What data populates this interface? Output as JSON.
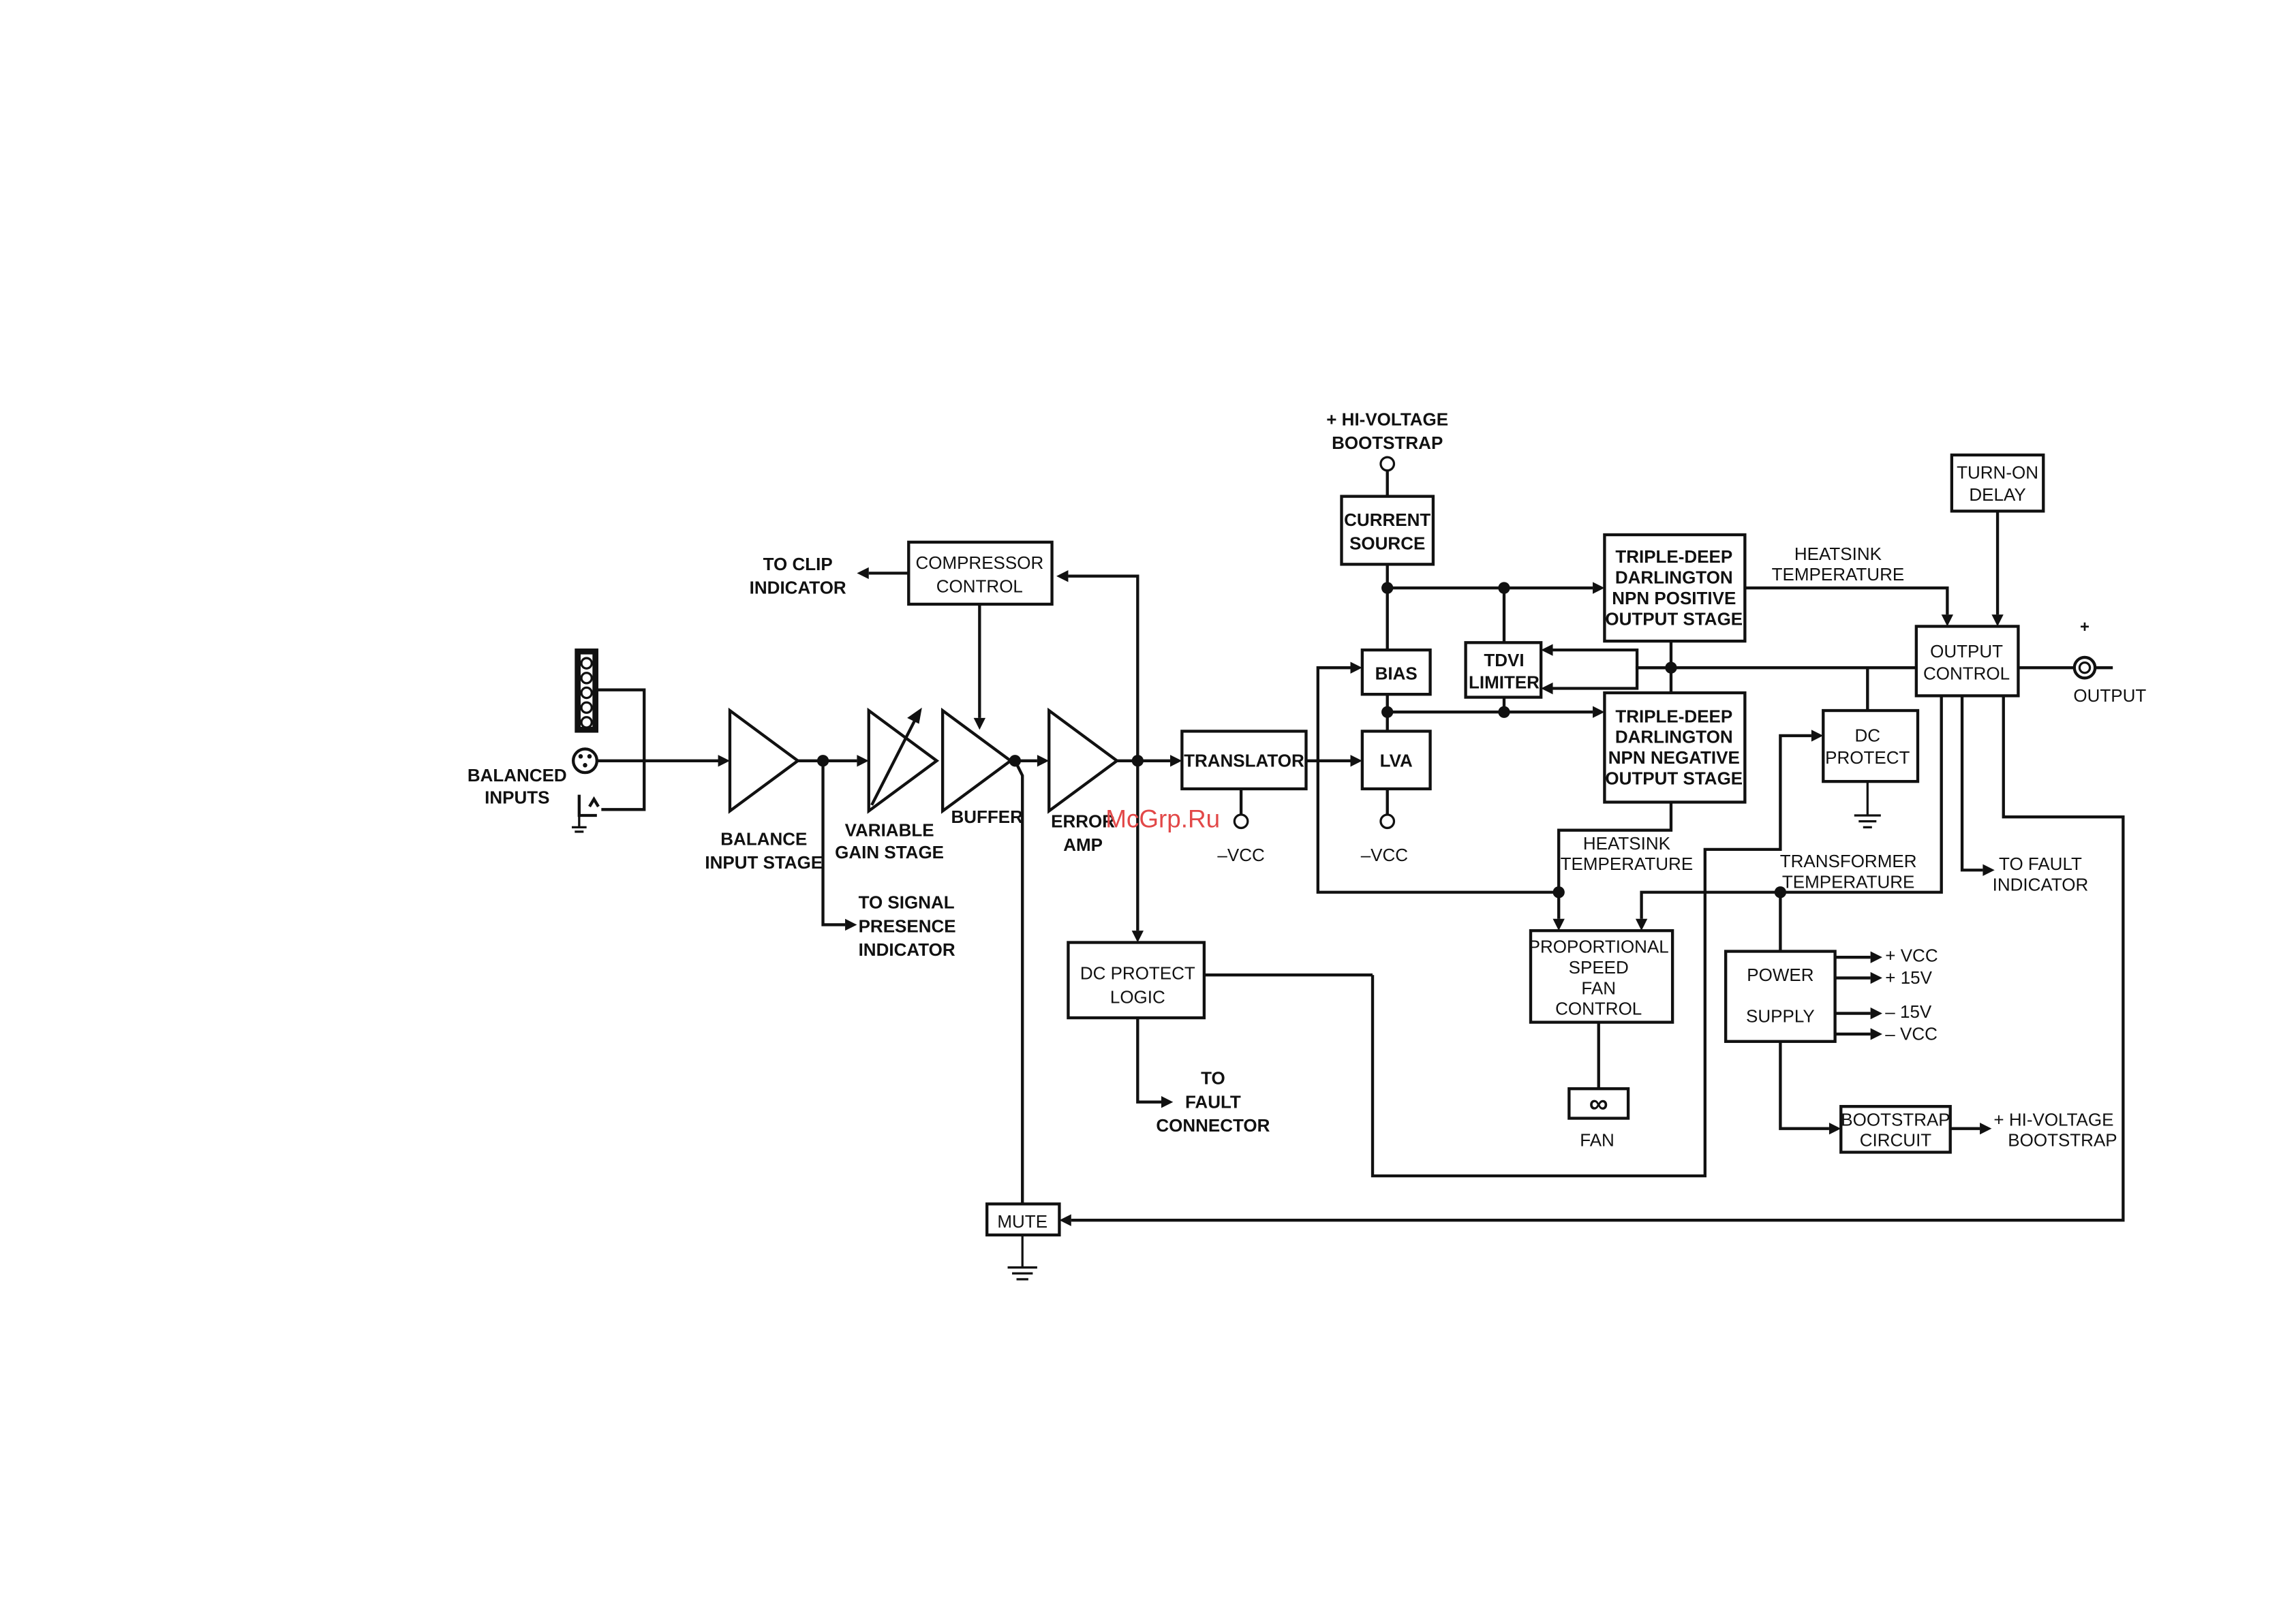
{
  "inputs": {
    "label_1": "BALANCED",
    "label_2": "INPUTS"
  },
  "stages": {
    "balance_1": "BALANCE",
    "balance_2": "INPUT STAGE",
    "variable_1": "VARIABLE",
    "variable_2": "GAIN STAGE",
    "buffer": "BUFFER",
    "error_1": "ERROR",
    "error_2": "AMP"
  },
  "blocks": {
    "compressor_1": "COMPRESSOR",
    "compressor_2": "CONTROL",
    "translator": "TRANSLATOR",
    "current_1": "CURRENT",
    "current_2": "SOURCE",
    "bias": "BIAS",
    "lva": "LVA",
    "tdvi_1": "TDVI",
    "tdvi_2": "LIMITER",
    "pos_1": "TRIPLE-DEEP",
    "pos_2": "DARLINGTON",
    "pos_3": "NPN POSITIVE",
    "pos_4": "OUTPUT STAGE",
    "neg_1": "TRIPLE-DEEP",
    "neg_2": "DARLINGTON",
    "neg_3": "NPN NEGATIVE",
    "neg_4": "OUTPUT STAGE",
    "turnon_1": "TURN-ON",
    "turnon_2": "DELAY",
    "outctl_1": "OUTPUT",
    "outctl_2": "CONTROL",
    "dcprot_1": "DC",
    "dcprot_2": "PROTECT",
    "dclogic_1": "DC PROTECT",
    "dclogic_2": "LOGIC",
    "fanctl_1": "PROPORTIONAL",
    "fanctl_2": "SPEED",
    "fanctl_3": "FAN",
    "fanctl_4": "CONTROL",
    "power_1": "POWER",
    "power_2": "SUPPLY",
    "bootstrap_1": "BOOTSTRAP",
    "bootstrap_2": "CIRCUIT",
    "mute": "MUTE"
  },
  "labels": {
    "clip_1": "TO CLIP",
    "clip_2": "INDICATOR",
    "signal_1": "TO SIGNAL",
    "signal_2": "PRESENCE",
    "signal_3": "INDICATOR",
    "vcc_translator": "–VCC",
    "vcc_lva": "–VCC",
    "hv_top_1": "+ HI-VOLTAGE",
    "hv_top_2": "BOOTSTRAP",
    "heatsink_top_1": "HEATSINK",
    "heatsink_top_2": "TEMPERATURE",
    "heatsink_mid_1": "HEATSINK",
    "heatsink_mid_2": "TEMPERATURE",
    "transformer_1": "TRANSFORMER",
    "transformer_2": "TEMPERATURE",
    "fault_ind_1": "TO FAULT",
    "fault_ind_2": "INDICATOR",
    "fault_conn_1": "TO",
    "fault_conn_2": "FAULT",
    "fault_conn_3": "CONNECTOR",
    "out_plus": "+",
    "output": "OUTPUT",
    "fan": "FAN",
    "ps_vcc_pos": "+ VCC",
    "ps_15_pos": "+ 15V",
    "ps_15_neg": "– 15V",
    "ps_vcc_neg": "– VCC",
    "hv_bottom_1": "+ HI-VOLTAGE",
    "hv_bottom_2": "BOOTSTRAP"
  },
  "watermark": "McGrp.Ru"
}
